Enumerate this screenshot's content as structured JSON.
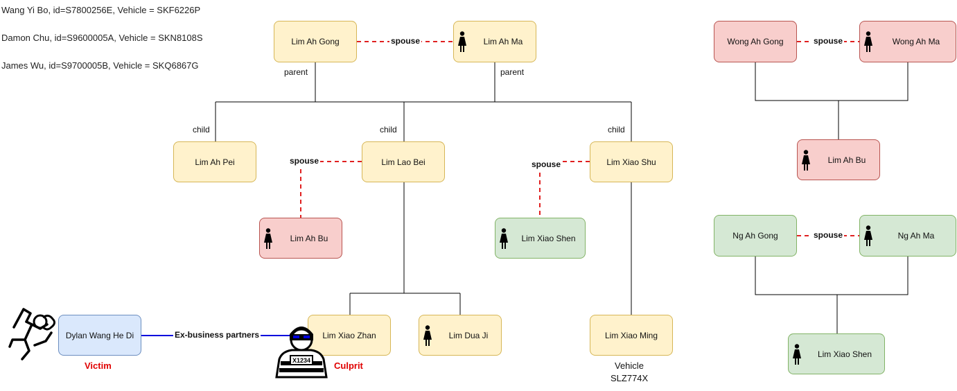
{
  "notes": [
    "Wang Yi Bo, id=S7800256E, Vehicle = SKF6226P",
    "Damon Chu, id=S9600005A, Vehicle = SKN8108S",
    "James Wu, id=S9700005B, Vehicle = SKQ6867G"
  ],
  "nodes": {
    "lim_ah_gong": "Lim Ah Gong",
    "lim_ah_ma": "Lim Ah Ma",
    "lim_ah_pei": "Lim Ah Pei",
    "lim_lao_bei": "Lim Lao Bei",
    "lim_xiao_shu": "Lim Xiao Shu",
    "lim_ah_bu_left": "Lim Ah Bu",
    "lim_xiao_shen_mid": "Lim Xiao Shen",
    "dylan": "Dylan Wang He Di",
    "lim_xiao_zhan": "Lim Xiao Zhan",
    "lim_dua_ji": "Lim Dua Ji",
    "lim_xiao_ming": "Lim Xiao Ming",
    "wong_ah_gong": "Wong Ah Gong",
    "wong_ah_ma": "Wong Ah Ma",
    "lim_ah_bu_right": "Lim Ah Bu",
    "ng_ah_gong": "Ng Ah Gong",
    "ng_ah_ma": "Ng Ah Ma",
    "lim_xiao_shen_right": "Lim Xiao Shen"
  },
  "edge_labels": {
    "spouse": "spouse",
    "parent": "parent",
    "child": "child",
    "ex_partners": "Ex-business partners"
  },
  "vehicle_label": "Vehicle",
  "vehicle_plate": "SLZ774X",
  "prisoner_tag": "X1234",
  "roles": {
    "victim": "Victim",
    "culprit": "Culprit"
  },
  "colors": {
    "yellow_fill": "#fff2cc",
    "red_fill": "#f8cecc",
    "green_fill": "#d5e8d4",
    "blue_fill": "#dae8fc",
    "spouse_line": "#e02020",
    "partner_line": "#0000dd",
    "role_text": "#e00000"
  }
}
